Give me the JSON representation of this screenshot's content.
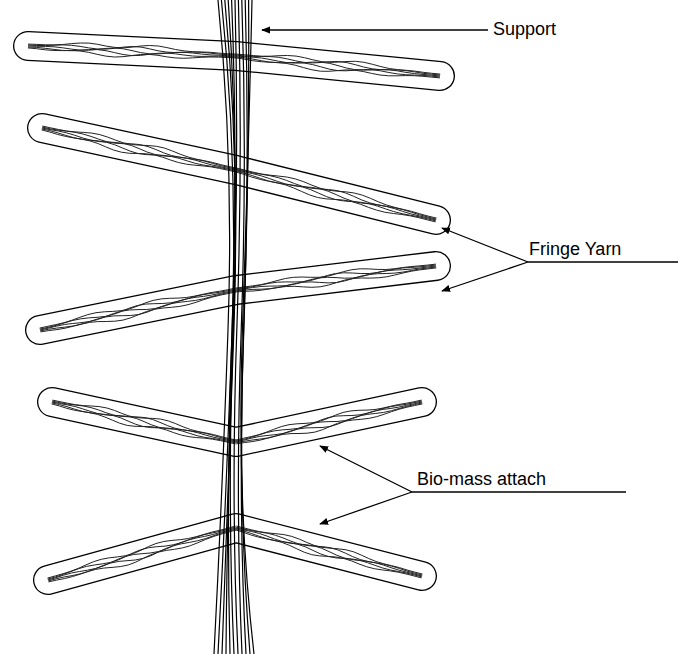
{
  "diagram": {
    "labels": [
      "Support",
      "Fringe Yarn",
      "Bio-mass attach"
    ]
  }
}
